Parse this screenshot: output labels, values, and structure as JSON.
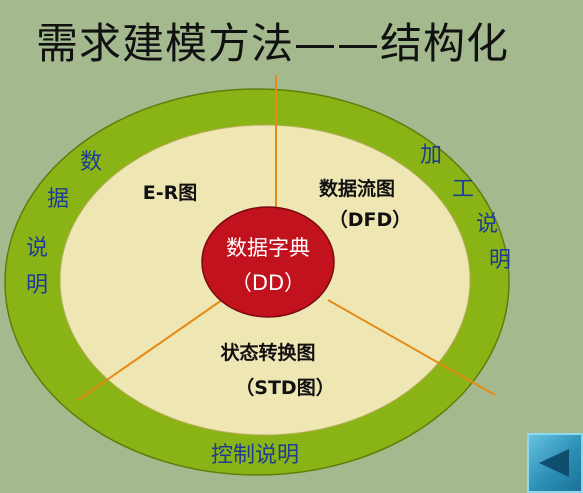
{
  "title": "需求建模方法——结构化",
  "center": {
    "line1": "数据字典",
    "line2": "（DD）"
  },
  "sections": {
    "er": "E-R图",
    "dfd_line1": "数据流图",
    "dfd_line2": "（DFD）",
    "std_line1": "状态转换图",
    "std_line2": "（STD图）"
  },
  "ring_labels": {
    "data_desc": [
      "数",
      "据",
      "说",
      "明"
    ],
    "process_desc": [
      "加",
      "工",
      "说",
      "明"
    ],
    "control_desc": "控制说明"
  },
  "colors": {
    "background": "#a4b98e",
    "outer_ring": "#8ab315",
    "inner_disc": "#efe7b3",
    "center_disc": "#c1121d",
    "divider": "#e68a17",
    "ring_text": "#1f3c94"
  },
  "icons": {
    "nav": "back-arrow-icon"
  }
}
